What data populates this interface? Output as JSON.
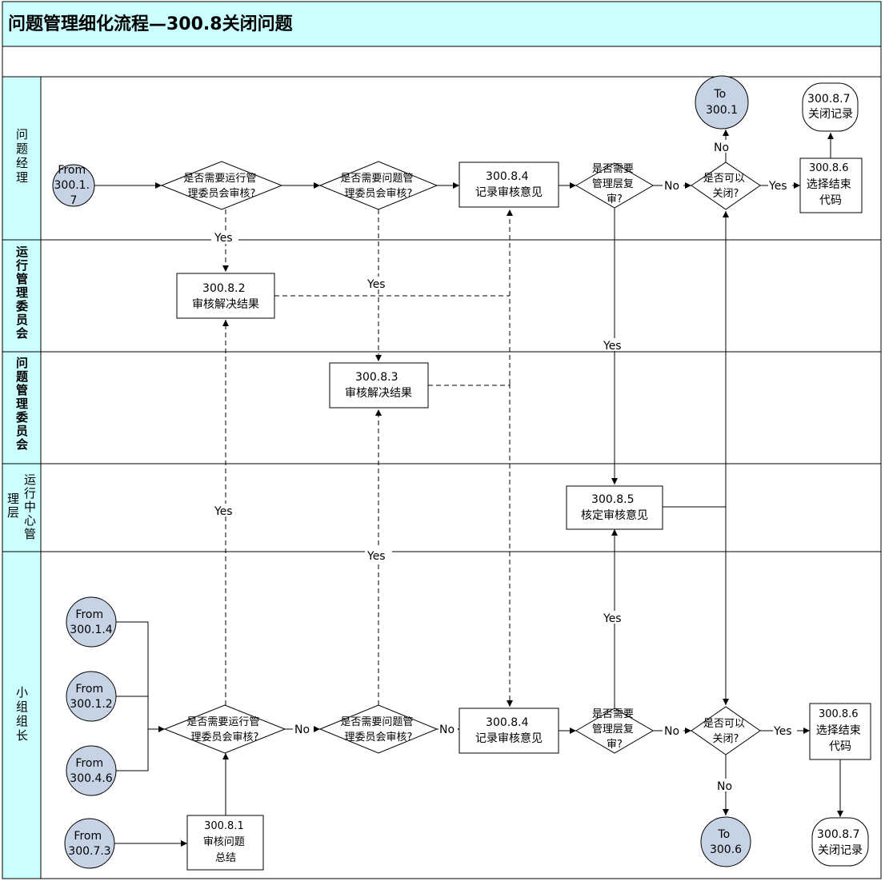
{
  "title": "问题管理细化流程—300.8关闭问题",
  "colors": {
    "header_fill": "#ccffff",
    "lane_fill": "#ccffff",
    "connector_fill": "#c6d3e4",
    "stroke": "#000000"
  },
  "lanes": {
    "manager": "问题经理",
    "ops_committee": "运行管理委员会",
    "problem_committee": "问题管理委员会",
    "ops_center_1": "运行中心管",
    "ops_center_2": "理层",
    "team_lead": "小组组长"
  },
  "nodes": {
    "from_3001_7_top": [
      "From",
      "300.1.",
      "7"
    ],
    "d1_top": [
      "是否需要运行管",
      "理委员会审核?"
    ],
    "d2_top": [
      "是否需要问题管",
      "理委员会审核?"
    ],
    "p84_top": [
      "300.8.4",
      "记录审核意见"
    ],
    "d3_top": [
      "是否需要",
      "管理层复",
      "审?"
    ],
    "d4_top": [
      "是否可以",
      "关闭?"
    ],
    "p86_top": [
      "300.8.6",
      "选择结束",
      "代码"
    ],
    "to_3001": [
      "To",
      "300.1"
    ],
    "t87_top": [
      "300.8.7",
      "关闭记录"
    ],
    "p82": [
      "300.8.2",
      "审核解决结果"
    ],
    "p83": [
      "300.8.3",
      "审核解决结果"
    ],
    "p85": [
      "300.8.5",
      "核定审核意见"
    ],
    "from_3001_4": [
      "From",
      "300.1.4"
    ],
    "from_3001_2": [
      "From",
      "300.1.2"
    ],
    "from_3004_6": [
      "From",
      "300.4.6"
    ],
    "from_3007_3": [
      "From",
      "300.7.3"
    ],
    "p81": [
      "300.8.1",
      "审核问题",
      "总结"
    ],
    "d1_bot": [
      "是否需要运行管",
      "理委员会审核?"
    ],
    "d2_bot": [
      "是否需要问题管",
      "理委员会审核?"
    ],
    "p84_bot": [
      "300.8.4",
      "记录审核意见"
    ],
    "d3_bot": [
      "是否需要",
      "管理层复",
      "审?"
    ],
    "d4_bot": [
      "是否可以",
      "关闭?"
    ],
    "p86_bot": [
      "300.8.6",
      "选择结束",
      "代码"
    ],
    "to_3006": [
      "To",
      "300.6"
    ],
    "t87_bot": [
      "300.8.7",
      "关闭记录"
    ]
  },
  "edge_labels": {
    "yes_d1_top": "Yes",
    "yes_d2_top": "Yes",
    "yes_d3_top": "Yes",
    "yes_d1_bot": "Yes",
    "yes_d2_bot": "Yes",
    "yes_d3_bot": "Yes",
    "no_d3_top": "No",
    "no_d4_top": "No",
    "yes_d4_top": "Yes",
    "no_d1_bot": "No",
    "no_d2_bot": "No",
    "no_d3_bot": "No",
    "yes_d4_bot": "Yes",
    "no_d4_bot": "No"
  }
}
